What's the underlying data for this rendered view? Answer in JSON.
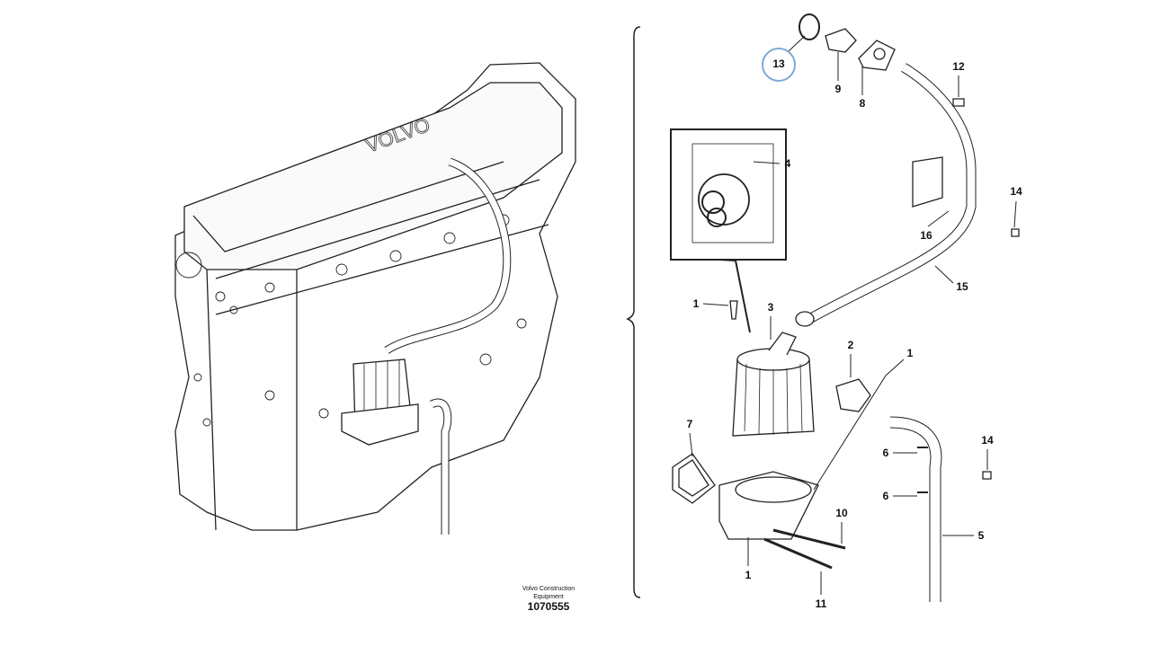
{
  "diagram": {
    "credit_line1": "Volvo Construction",
    "credit_line2": "Equipment",
    "document_number": "1070555",
    "engine_brand": "VOLVO",
    "highlight_color": "#7fa8d6",
    "highlighted_part": "13",
    "callouts": [
      {
        "id": "c13",
        "text": "13"
      },
      {
        "id": "c9",
        "text": "9"
      },
      {
        "id": "c8",
        "text": "8"
      },
      {
        "id": "c12",
        "text": "12"
      },
      {
        "id": "c4",
        "text": "4"
      },
      {
        "id": "c14a",
        "text": "14"
      },
      {
        "id": "c16",
        "text": "16"
      },
      {
        "id": "c15",
        "text": "15"
      },
      {
        "id": "c1a",
        "text": "1"
      },
      {
        "id": "c3",
        "text": "3"
      },
      {
        "id": "c2",
        "text": "2"
      },
      {
        "id": "c1b",
        "text": "1"
      },
      {
        "id": "c7",
        "text": "7"
      },
      {
        "id": "c14b",
        "text": "14"
      },
      {
        "id": "c6a",
        "text": "6"
      },
      {
        "id": "c6b",
        "text": "6"
      },
      {
        "id": "c10",
        "text": "10"
      },
      {
        "id": "c5",
        "text": "5"
      },
      {
        "id": "c1c",
        "text": "1"
      },
      {
        "id": "c11",
        "text": "11"
      }
    ]
  }
}
